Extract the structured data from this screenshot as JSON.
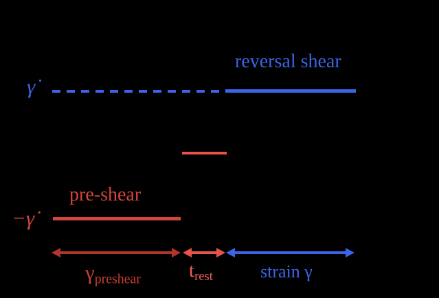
{
  "figure": {
    "description": "shear protocol schematic: pre-shear, rest, reversal shear",
    "background": "#000000",
    "labels": {
      "gamma_dot": "γ̇",
      "neg_gamma_dot": "−γ̇",
      "reversal_shear": "reversal shear",
      "pre_shear": "pre-shear",
      "strain_gamma": "strain γ",
      "gamma_preshear": {
        "base": "γ",
        "sub": "preshear"
      },
      "t_rest": {
        "base": "t",
        "sub": "rest"
      }
    },
    "colors": {
      "blue": "#3b65e8",
      "salmon": "#e8544a",
      "preshear_red": "#d4463a",
      "dark_red": "#b2342b",
      "gamma_preshear_text": "#c83d32",
      "t_rest_text": "#ee6157"
    },
    "phases": [
      {
        "name": "pre-shear",
        "rate_label": "−γ̇",
        "span_label": "γpreshear"
      },
      {
        "name": "rest",
        "span_label": "trest"
      },
      {
        "name": "reversal shear",
        "rate_label": "γ̇",
        "span_label": "strain γ"
      }
    ]
  }
}
